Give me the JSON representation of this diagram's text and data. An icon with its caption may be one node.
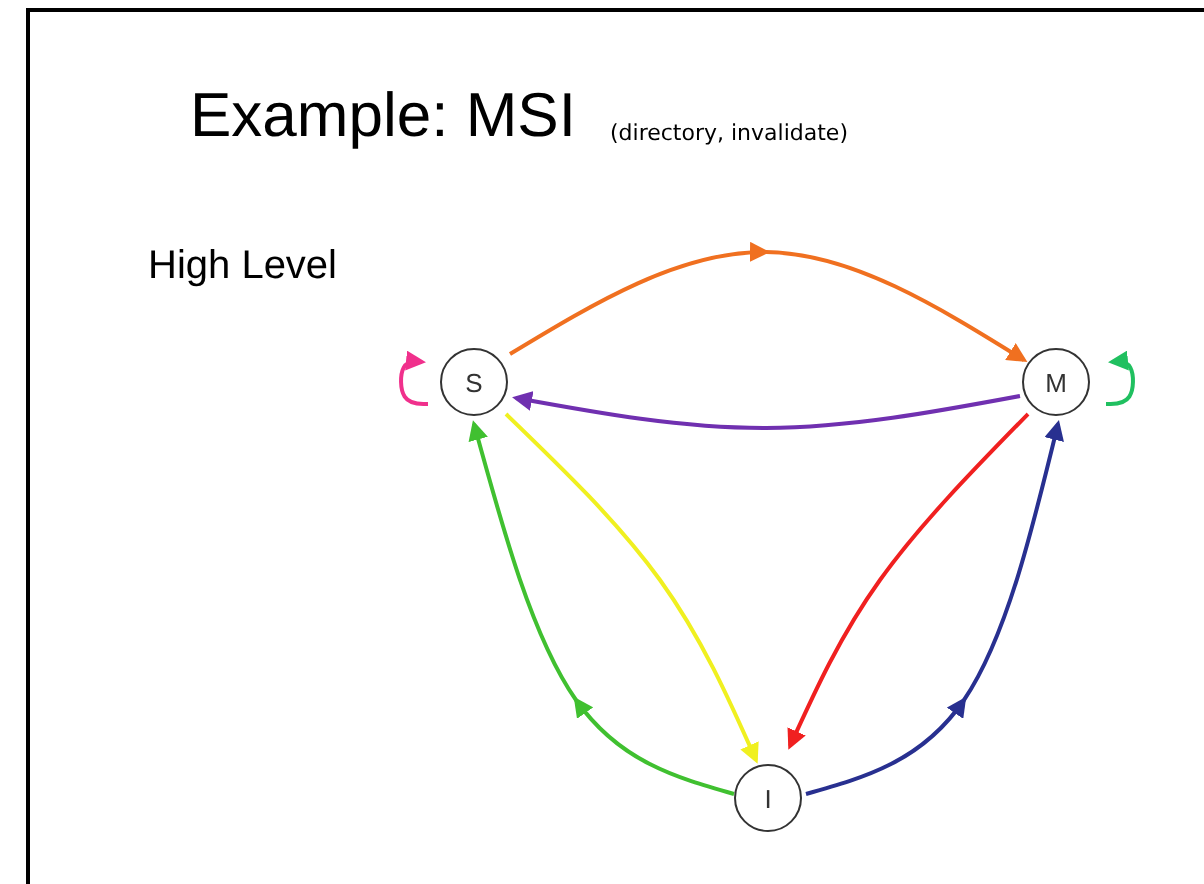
{
  "diagram": {
    "title": "Example: MSI",
    "nodes": [
      {
        "text": [
          "S"
        ]
      },
      {
        "text": [
          "M"
        ]
      },
      {
        "text": [
          "I"
        ]
      }
    ],
    "edges": [
      {
        "from": 0,
        "to": 1,
        "arrow": "to",
        "color": "#f07020"
      },
      {
        "from": 1,
        "to": 0,
        "arrow": "to",
        "color": "#7030b0"
      },
      {
        "from": 0,
        "to": 0,
        "arrow": "to",
        "color": "#f0308c"
      },
      {
        "from": 1,
        "to": 1,
        "arrow": "to",
        "color": "#20c060"
      },
      {
        "from": 0,
        "to": 2,
        "arrow": "to",
        "color": "#f0f020"
      },
      {
        "from": 1,
        "to": 2,
        "arrow": "to",
        "color": "#f02020"
      },
      {
        "from": 2,
        "to": 0,
        "arrow": "to",
        "color": "#40c030"
      },
      {
        "from": 2,
        "to": 1,
        "arrow": "to",
        "color": "#283090"
      }
    ],
    "labels": [
      "(directory, invalidate)",
      "High Level"
    ]
  }
}
